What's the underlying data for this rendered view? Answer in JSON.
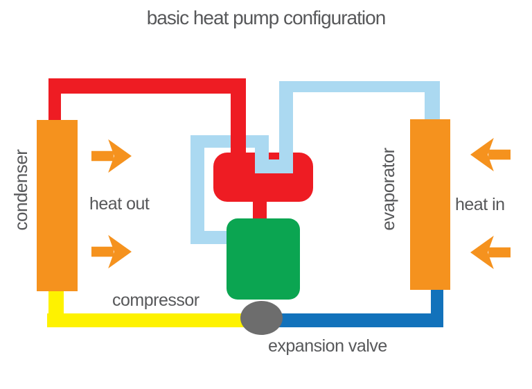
{
  "title": "basic heat pump configuration",
  "colors": {
    "red": "#ee1c23",
    "orange": "#f5921e",
    "light_blue": "#abd9f1",
    "yellow": "#fef200",
    "dark_blue": "#1272bb",
    "green": "#0ba551",
    "valve_gray": "#6d6d6d",
    "label_gray": "#57585a"
  },
  "components": {
    "condenser": {
      "label": "condenser",
      "color": "#f5921e"
    },
    "evaporator": {
      "label": "evaporator",
      "color": "#f5921e"
    },
    "compressor": {
      "label": "compressor",
      "color": "#0ba551"
    },
    "compressor_manifold": {
      "color": "#ee1c23"
    },
    "expansion_valve": {
      "label": "expansion valve",
      "color": "#6d6d6d"
    }
  },
  "pipes": {
    "discharge_line": {
      "color": "#ee1c23",
      "from": "compressor",
      "to": "condenser"
    },
    "suction_line": {
      "color": "#abd9f1",
      "from": "evaporator",
      "to": "compressor"
    },
    "liquid_line_out": {
      "color": "#fef200",
      "from": "condenser",
      "to": "expansion valve"
    },
    "liquid_line_in": {
      "color": "#1272bb",
      "from": "expansion valve",
      "to": "evaporator"
    }
  },
  "flows": {
    "heat_out": {
      "label": "heat out",
      "icon": "arrow-right-icon",
      "count": 2
    },
    "heat_in": {
      "label": "heat in",
      "icon": "arrow-left-icon",
      "count": 2
    }
  }
}
